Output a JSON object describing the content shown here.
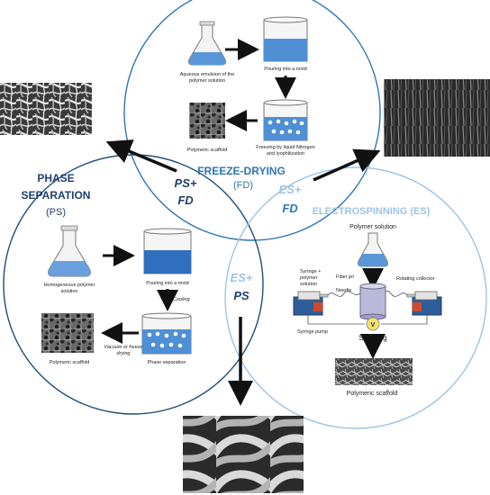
{
  "colors": {
    "ps_circle": "#1f4e79",
    "fd_circle": "#2e75b6",
    "es_circle": "#9dc3e6",
    "fd_title": "#2e75b6",
    "ps_title": "#1f3f6e",
    "es_title": "#9dc3e6",
    "liquid": "#4f8fd6",
    "arrow": "#111111"
  },
  "freeze_drying": {
    "title": "FREEZE-DRYING",
    "abbr": "(FD)",
    "step_emulsion": [
      "Aqueous emulsion of the",
      "polymer solution"
    ],
    "step_mold": "Pouring into a mold",
    "step_freeze": [
      "Freezing by liquid Nitrogen",
      "and lyophilization"
    ],
    "step_scaffold": "Polymeric scaffold"
  },
  "phase_separation": {
    "title_line1": "PHASE",
    "title_line2": "SEPARATION",
    "abbr": "(PS)",
    "step_homogeneous": [
      "Homogeneous polymer",
      "solution"
    ],
    "step_mold": "Pouring into a mold",
    "cooling": "Cooling",
    "step_separation": "Phase separation",
    "vacuum": [
      "Vacuum or freeze",
      "drying"
    ],
    "step_scaffold": "Polymeric scaffold"
  },
  "electrospinning": {
    "title": "ELECTROSPINNING (ES)",
    "polymer_solution": "Polymer solution",
    "syringe_label": [
      "Syringe +",
      "polymer",
      "solution"
    ],
    "needle": "Needle",
    "fiber_jet": "Fiber jet",
    "rotating_collector": "Rotating collector",
    "voltage": "V",
    "syringe_pump": "Syringe pump",
    "spinning": "Spinning",
    "scaffold": "Polymeric scaffold"
  },
  "combinations": {
    "ps_fd_a": "PS+",
    "ps_fd_b": "FD",
    "es_fd_a": "ES+",
    "es_fd_b": "FD",
    "es_ps_a": "ES+",
    "es_ps_b": "PS"
  }
}
